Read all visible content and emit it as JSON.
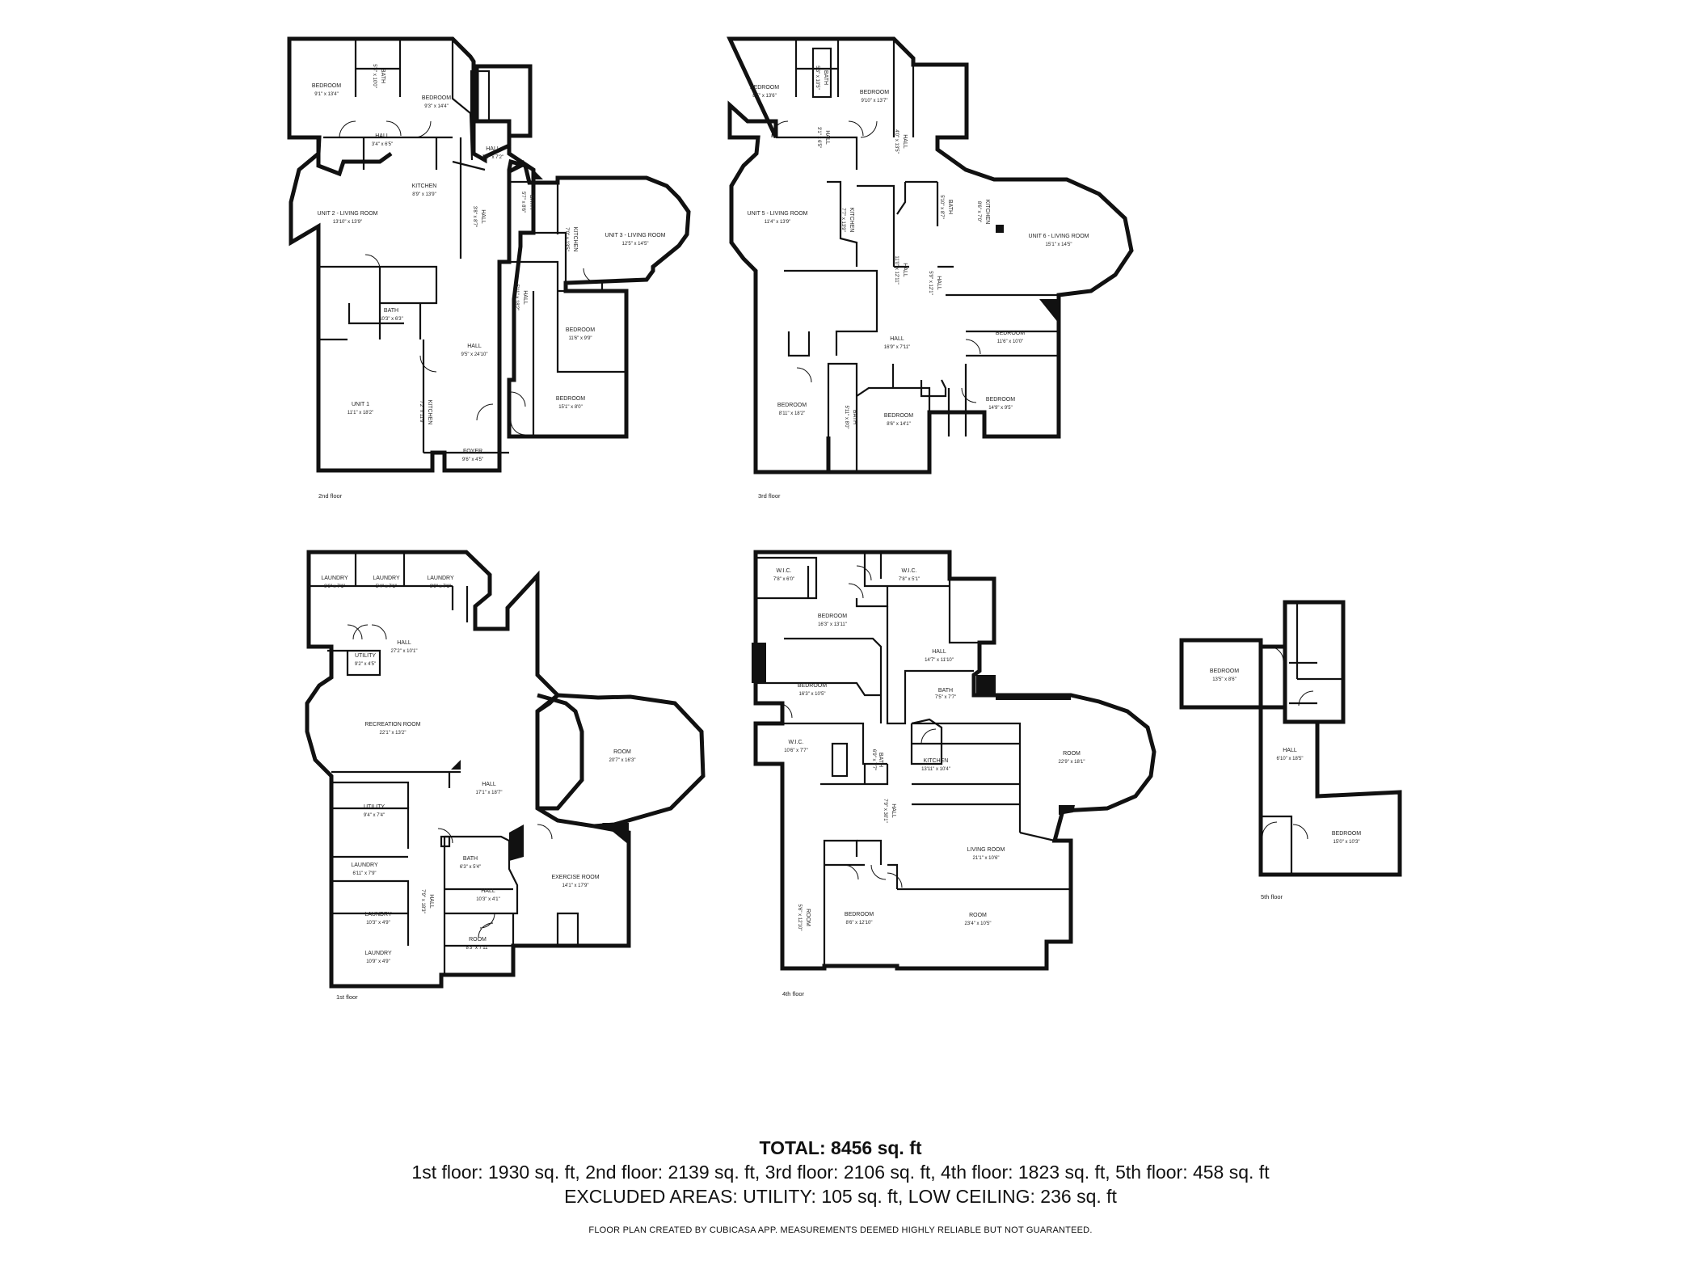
{
  "floors": [
    {
      "label": "2nd floor",
      "rooms": [
        {
          "name": "BEDROOM",
          "dims": "9'1\" x 13'4\""
        },
        {
          "name": "BATH",
          "dims": "5'4\" x 10'0\""
        },
        {
          "name": "BEDROOM",
          "dims": "9'3\" x 14'4\""
        },
        {
          "name": "HALL",
          "dims": "3'4\" x 6'5\""
        },
        {
          "name": "HALL",
          "dims": "7'9\" x 7'2\""
        },
        {
          "name": "KITCHEN",
          "dims": "8'9\" x 13'9\""
        },
        {
          "name": "UNIT 2 - LIVING ROOM",
          "dims": "13'10\" x 13'9\""
        },
        {
          "name": "HALL",
          "dims": "3'8\" x 8'7\""
        },
        {
          "name": "BATH",
          "dims": "5'7\" x 8'6\""
        },
        {
          "name": "KITCHEN",
          "dims": "7'0\" x 13'5\""
        },
        {
          "name": "UNIT 3 - LIVING ROOM",
          "dims": "12'5\" x 14'5\""
        },
        {
          "name": "HALL",
          "dims": "5'11\" x 18'2\""
        },
        {
          "name": "BATH",
          "dims": "10'3\" x 6'3\""
        },
        {
          "name": "HALL",
          "dims": "9'5\" x 24'10\""
        },
        {
          "name": "BEDROOM",
          "dims": "11'6\" x 9'9\""
        },
        {
          "name": "UNIT 1",
          "dims": "11'1\" x 18'2\""
        },
        {
          "name": "KITCHEN",
          "dims": "7'2\" x 11'9\""
        },
        {
          "name": "BEDROOM",
          "dims": "15'1\" x 8'0\""
        },
        {
          "name": "FOYER",
          "dims": "9'6\" x 4'5\""
        }
      ]
    },
    {
      "label": "3rd floor",
      "rooms": [
        {
          "name": "BEDROOM",
          "dims": "8'5\" x 13'6\""
        },
        {
          "name": "BATH",
          "dims": "5'3\" x 10'5\""
        },
        {
          "name": "BEDROOM",
          "dims": "9'10\" x 13'7\""
        },
        {
          "name": "HALL",
          "dims": "3'1\" x 6'5\""
        },
        {
          "name": "HALL",
          "dims": "4'0\" x 13'5\""
        },
        {
          "name": "BATH",
          "dims": "5'10\" x 8'7\""
        },
        {
          "name": "KITCHEN",
          "dims": "8'6\" x 7'0\""
        },
        {
          "name": "UNIT 5 - LIVING ROOM",
          "dims": "11'4\" x 13'9\""
        },
        {
          "name": "KITCHEN",
          "dims": "7'7\" x 13'9\""
        },
        {
          "name": "UNIT 6 - LIVING ROOM",
          "dims": "15'1\" x 14'5\""
        },
        {
          "name": "HALL",
          "dims": "11'0\" x 12'11\""
        },
        {
          "name": "HALL",
          "dims": "5'9\" x 12'1\""
        },
        {
          "name": "BEDROOM",
          "dims": "11'6\" x 10'0\""
        },
        {
          "name": "HALL",
          "dims": "16'9\" x 7'11\""
        },
        {
          "name": "BEDROOM",
          "dims": "8'11\" x 18'2\""
        },
        {
          "name": "BATH",
          "dims": "5'11\" x 8'0\""
        },
        {
          "name": "BEDROOM",
          "dims": "8'6\" x 14'1\""
        },
        {
          "name": "BEDROOM",
          "dims": "14'9\" x 9'5\""
        }
      ]
    },
    {
      "label": "1st floor",
      "rooms": [
        {
          "name": "LAUNDRY",
          "dims": "6'6\" x 7'1\""
        },
        {
          "name": "LAUNDRY",
          "dims": "5'4\" x 7'1\""
        },
        {
          "name": "LAUNDRY",
          "dims": "8'9\" x 7'1\""
        },
        {
          "name": "HALL",
          "dims": "27'2\" x 10'1\""
        },
        {
          "name": "UTILITY",
          "dims": "9'2\" x 4'5\""
        },
        {
          "name": "RECREATION ROOM",
          "dims": "22'1\" x 13'2\""
        },
        {
          "name": "ROOM",
          "dims": "20'7\" x 16'3\""
        },
        {
          "name": "HALL",
          "dims": "17'1\" x 18'7\""
        },
        {
          "name": "UTILITY",
          "dims": "9'4\" x 7'4\""
        },
        {
          "name": "BATH",
          "dims": "6'3\" x 5'4\""
        },
        {
          "name": "LAUNDRY",
          "dims": "6'11\" x 7'9\""
        },
        {
          "name": "EXERCISE ROOM",
          "dims": "14'1\" x 17'9\""
        },
        {
          "name": "HALL",
          "dims": "10'3\" x 4'1\""
        },
        {
          "name": "HALL",
          "dims": "7'9\" x 18'3\""
        },
        {
          "name": "LAUNDRY",
          "dims": "10'3\" x 4'9\""
        },
        {
          "name": "ROOM",
          "dims": "8'3\" x 7'11\""
        },
        {
          "name": "LAUNDRY",
          "dims": "10'9\" x 4'9\""
        }
      ]
    },
    {
      "label": "4th floor",
      "rooms": [
        {
          "name": "W.I.C.",
          "dims": "7'8\" x 6'0\""
        },
        {
          "name": "W.I.C.",
          "dims": "7'8\" x 5'1\""
        },
        {
          "name": "BEDROOM",
          "dims": "16'3\" x 13'11\""
        },
        {
          "name": "HALL",
          "dims": "14'7\" x 11'10\""
        },
        {
          "name": "BEDROOM",
          "dims": "16'3\" x 10'5\""
        },
        {
          "name": "BATH",
          "dims": "7'5\" x 7'7\""
        },
        {
          "name": "W.I.C.",
          "dims": "10'6\" x 7'7\""
        },
        {
          "name": "BATH",
          "dims": "6'9\" x 7'7\""
        },
        {
          "name": "KITCHEN",
          "dims": "13'11\" x 10'4\""
        },
        {
          "name": "ROOM",
          "dims": "22'9\" x 18'1\""
        },
        {
          "name": "HALL",
          "dims": "7'9\" x 30'1\""
        },
        {
          "name": "LIVING ROOM",
          "dims": "21'1\" x 10'6\""
        },
        {
          "name": "ROOM",
          "dims": "5'6\" x 12'10\""
        },
        {
          "name": "BEDROOM",
          "dims": "8'6\" x 12'10\""
        },
        {
          "name": "ROOM",
          "dims": "23'4\" x 10'5\""
        }
      ]
    },
    {
      "label": "5th floor",
      "rooms": [
        {
          "name": "BEDROOM",
          "dims": "13'5\" x 8'6\""
        },
        {
          "name": "HALL",
          "dims": "6'10\" x 18'5\""
        },
        {
          "name": "BEDROOM",
          "dims": "15'0\" x 10'3\""
        }
      ]
    }
  ],
  "summary": {
    "total": "TOTAL: 8456 sq. ft",
    "floors_line": "1st floor: 1930 sq. ft, 2nd floor: 2139 sq. ft, 3rd floor: 2106 sq. ft, 4th floor: 1823 sq. ft, 5th floor: 458 sq. ft",
    "excluded_line": "EXCLUDED AREAS: UTILITY: 105 sq. ft, LOW CEILING: 236 sq. ft",
    "disclaimer": "FLOOR PLAN CREATED BY CUBICASA APP. MEASUREMENTS DEEMED HIGHLY RELIABLE BUT NOT GUARANTEED."
  }
}
